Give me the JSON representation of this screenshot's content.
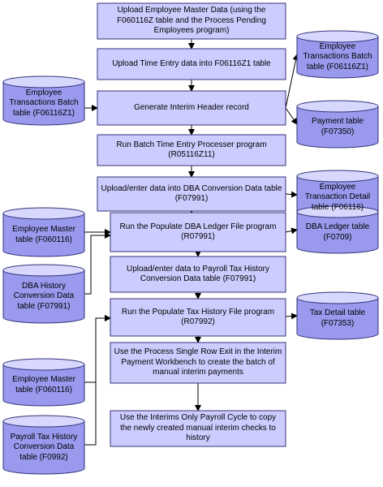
{
  "colors": {
    "process_fill": "#ccccff",
    "process_stroke": "#33337a",
    "store_fill": "#9999ee",
    "store_top": "#d8d8ff",
    "store_stroke": "#33337a",
    "connector": "#000000"
  },
  "processes": [
    {
      "id": "p1",
      "text": "Upload Employee Master Data (using the F060116Z table and the Process Pending Employees program)"
    },
    {
      "id": "p2",
      "text": "Upload Time Entry data into F06116Z1 table"
    },
    {
      "id": "p3",
      "text": "Generate Interim Header record"
    },
    {
      "id": "p4",
      "text": "Run Batch Time Entry Processer program (R05116Z11)"
    },
    {
      "id": "p5",
      "text": "Upload/enter data into DBA Conversion Data table (F07991)"
    },
    {
      "id": "p6",
      "text": "Run the Populate DBA Ledger File program (R07991)"
    },
    {
      "id": "p7",
      "text": "Upload/enter data to Payroll Tax History Conversion Data table (F07991)"
    },
    {
      "id": "p8",
      "text": "Run the Populate Tax History File program (R07992)"
    },
    {
      "id": "p9",
      "text": "Use the Process Single Row Exit in the Interim Payment Workbench to create the batch of manual interim payments"
    },
    {
      "id": "p10",
      "text": "Use the Interims Only Payroll Cycle to copy the newly created manual interim checks to history"
    }
  ],
  "data_stores": [
    {
      "id": "s1",
      "text": "Employee Transactions Batch table (F06116Z1)"
    },
    {
      "id": "s2",
      "text": "Payment table (F07350)"
    },
    {
      "id": "s3",
      "text": "Employee Transaction Detail table (F06116)"
    },
    {
      "id": "s4",
      "text": "DBA Ledger table (F0709)"
    },
    {
      "id": "s5",
      "text": "Tax Detail table (F07353)"
    },
    {
      "id": "s6",
      "text": "Employee Transactions Batch table (F06116Z1)"
    },
    {
      "id": "s7",
      "text": "Employee Master table (F060116)"
    },
    {
      "id": "s8",
      "text": "DBA History Conversion Data table (F07991)"
    },
    {
      "id": "s9",
      "text": "Employee Master table (F060116)"
    },
    {
      "id": "s10",
      "text": "Payroll Tax History Conversion Data table (F0992)"
    }
  ],
  "connections": [
    {
      "from": "p1",
      "to": "p2"
    },
    {
      "from": "p2",
      "to": "p3"
    },
    {
      "from": "p3",
      "to": "p4"
    },
    {
      "from": "p4",
      "to": "p5"
    },
    {
      "from": "p5",
      "to": "p6"
    },
    {
      "from": "p6",
      "to": "p7"
    },
    {
      "from": "p7",
      "to": "p8"
    },
    {
      "from": "p8",
      "to": "p9"
    },
    {
      "from": "p9",
      "to": "p10"
    },
    {
      "from": "s6",
      "to": "p3"
    },
    {
      "from": "p3",
      "to": "s1"
    },
    {
      "from": "p3",
      "to": "s2"
    },
    {
      "from": "p5",
      "to": "s3"
    },
    {
      "from": "s7",
      "to": "p6"
    },
    {
      "from": "s8",
      "to": "p6"
    },
    {
      "from": "p6",
      "to": "s4"
    },
    {
      "from": "s9",
      "to": "p8"
    },
    {
      "from": "s10",
      "to": "p8"
    },
    {
      "from": "p8",
      "to": "s5"
    }
  ]
}
